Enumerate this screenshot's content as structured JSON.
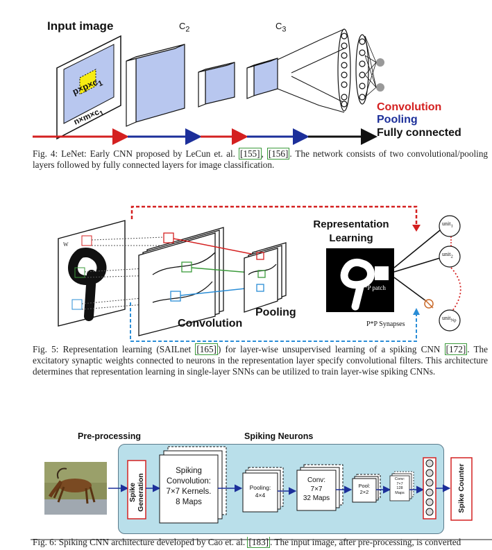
{
  "fig4": {
    "input_label": "Input image",
    "c2_label": "C",
    "c2_sub": "2",
    "c3_label": "C",
    "c3_sub": "3",
    "patch_label": "p×p×c",
    "patch_sub": "1",
    "size_label": "n×m×c",
    "size_sub": "1",
    "legend_conv": "Convolution",
    "legend_pool": "Pooling",
    "legend_fc": "Fully connected",
    "colors": {
      "conv": "#d42020",
      "pool": "#1c2f9a",
      "fc": "#111111",
      "map": "#b8c7ef",
      "patch": "#f6ec12"
    },
    "caption": {
      "prefix": "Fig. 4: LeNet: Early CNN proposed by LeCun et. al.",
      "ref1": "[155]",
      "sep": ",",
      "ref2": "[156]",
      "suffix": ". The network consists of two convolutional/pooling layers followed by fully connected layers for image classification."
    }
  },
  "fig5": {
    "rep_title_1": "Representation",
    "rep_title_2": "Learning",
    "pooling_label": "Pooling",
    "conv_label": "Convolution",
    "patch_label": "P*P patch",
    "synapse_label": "P*P Synapses",
    "unit1": "unit",
    "unit1_sub": "1",
    "unit2": "unit",
    "unit2_sub": "2",
    "unitn": "unit",
    "unitn_sub": "Np",
    "w_label": "W",
    "caption": {
      "prefix": "Fig. 5: Representation learning (SAILnet",
      "ref1": "[165]",
      "mid": ") for layer-wise unsupervised learning of a spiking CNN",
      "ref2": "[172]",
      "suffix": ". The excitatory synaptic weights connected to neurons in the representation layer specify convolutional filters. This architecture determines that representation learning in single-layer SNNs can be utilized to train layer-wise spiking CNNs."
    }
  },
  "fig6": {
    "preproc_label": "Pre-processing",
    "spiking_label": "Spiking Neurons",
    "spike_gen": "Spike Generation",
    "spiking_conv": [
      "Spiking",
      "Convolution:",
      "7×7 Kernels.",
      "8 Maps"
    ],
    "pooling": [
      "Pooling:",
      "4×4"
    ],
    "conv": [
      "Conv:",
      "7×7",
      "32 Maps"
    ],
    "pool2": [
      "Pool:",
      "2×2"
    ],
    "conv2": [
      "Conv:",
      "7×7",
      "128",
      "Maps"
    ],
    "spike_counter": "Spike Counter",
    "colors": {
      "panel": "#b9dfea",
      "accent": "#d42020"
    },
    "caption": {
      "prefix": "Fig. 6: Spiking CNN architecture developed by Cao et. al.",
      "ref1": "[183]",
      "suffix": ". The input image, after pre-processing, is converted"
    }
  }
}
